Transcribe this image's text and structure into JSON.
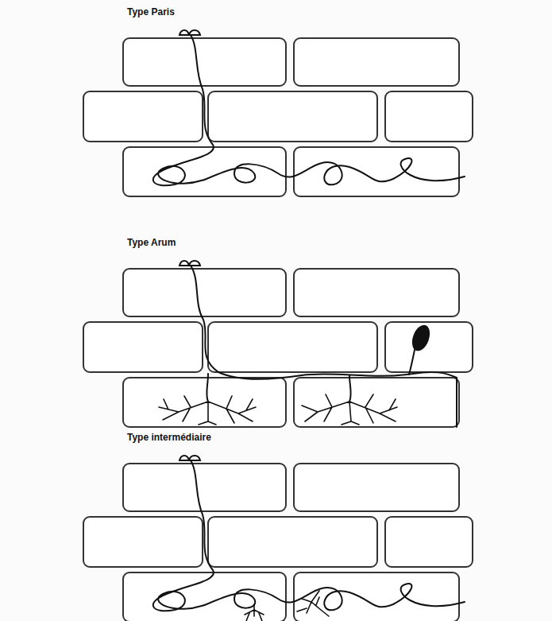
{
  "diagram": {
    "labels": [
      "Type Paris",
      "Type Arum",
      "Type intermédiaire"
    ]
  }
}
